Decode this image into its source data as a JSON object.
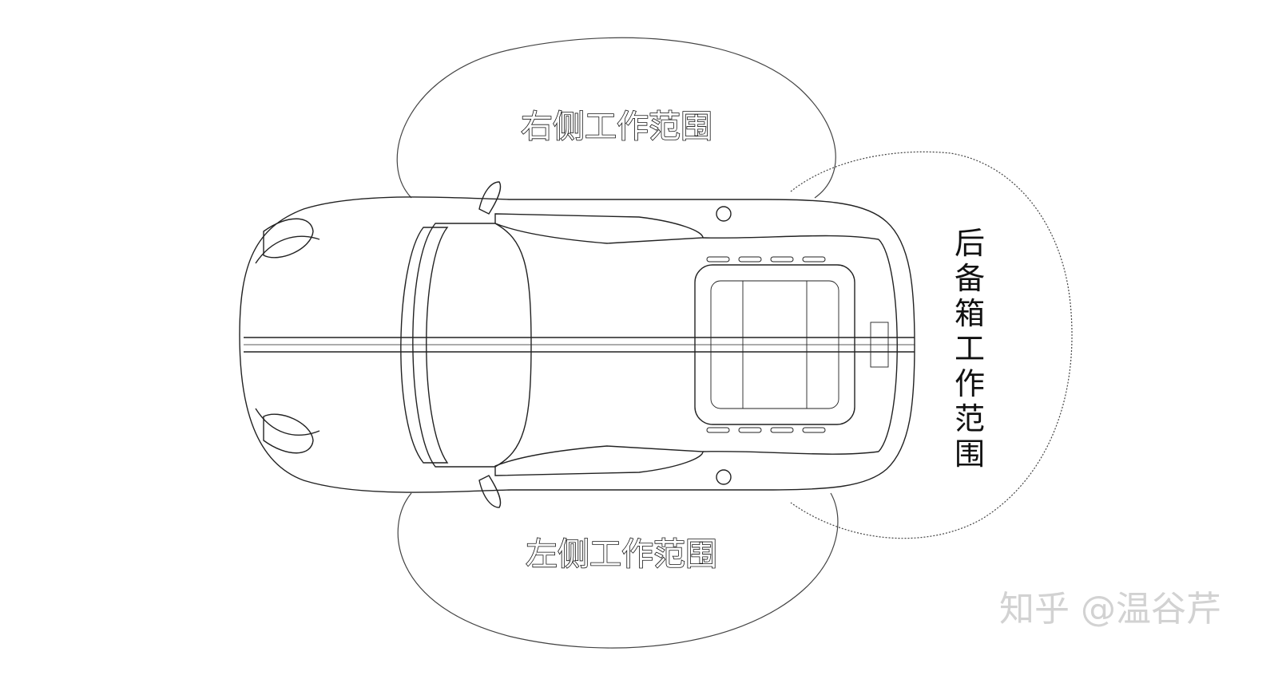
{
  "zones": {
    "right_side": "右侧工作范围",
    "left_side": "左侧工作范围",
    "trunk": "后备箱工作范围"
  },
  "watermark": "知乎 @温谷芹",
  "colors": {
    "line": "#222222",
    "zone_line": "#444444",
    "watermark": "#d2d2d2"
  }
}
